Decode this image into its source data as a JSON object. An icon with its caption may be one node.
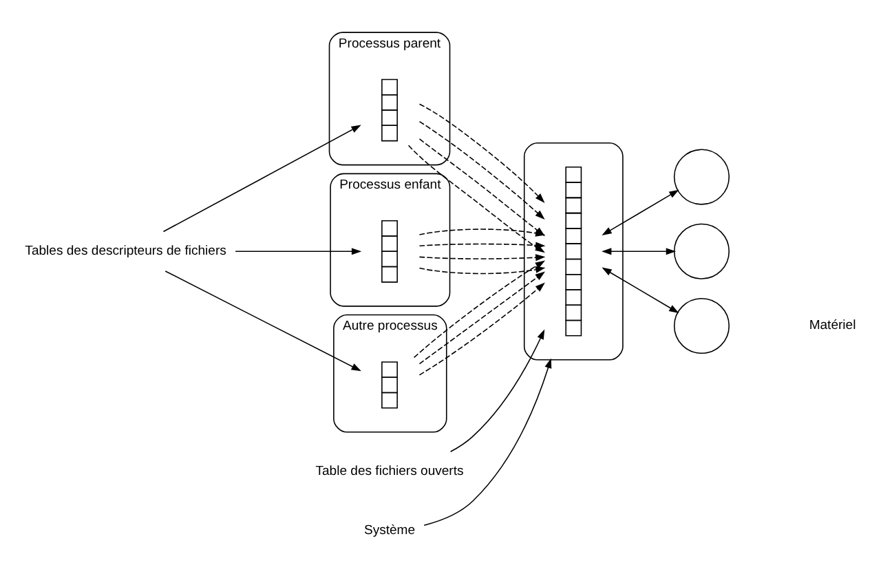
{
  "diagram": {
    "nodes": [
      {
        "text": [
          "Processus parent"
        ]
      },
      {
        "text": [],
        "shape": "box",
        "in": 0
      },
      {
        "text": [
          "Processus enfant"
        ]
      },
      {
        "text": [],
        "shape": "box",
        "in": 2
      },
      {
        "text": [
          "Autre processus"
        ]
      },
      {
        "text": [],
        "shape": "box",
        "in": 4
      },
      {
        "text": [],
        "shape": "ellipse"
      },
      {
        "text": [],
        "shape": "box",
        "in": 6
      },
      {
        "text": [],
        "shape": "circle"
      },
      {
        "text": [],
        "shape": "circle"
      },
      {
        "text": [],
        "shape": "circle"
      },
      {
        "text": [
          "Tables des descripteurs de fichiers"
        ]
      },
      {
        "text": [
          "Table des fichiers ouverts"
        ]
      },
      {
        "text": [
          "Système"
        ]
      }
    ],
    "edges": [
      {
        "from": 1,
        "to": 7,
        "arrow": "to",
        "style": "dashed"
      },
      {
        "from": 1,
        "to": 7,
        "arrow": "to",
        "style": "dashed"
      },
      {
        "from": 1,
        "to": 7,
        "arrow": "to",
        "style": "dashed"
      },
      {
        "from": 1,
        "to": 7,
        "arrow": "to",
        "style": "dashed"
      },
      {
        "from": 3,
        "to": 7,
        "arrow": "to",
        "style": "dashed"
      },
      {
        "from": 3,
        "to": 7,
        "arrow": "to",
        "style": "dashed"
      },
      {
        "from": 3,
        "to": 7,
        "arrow": "to",
        "style": "dashed"
      },
      {
        "from": 3,
        "to": 7,
        "arrow": "to",
        "style": "dashed"
      },
      {
        "from": 5,
        "to": 7,
        "arrow": "to",
        "style": "dashed"
      },
      {
        "from": 5,
        "to": 7,
        "arrow": "to",
        "style": "dashed"
      },
      {
        "from": 5,
        "to": 7,
        "arrow": "to",
        "style": "dashed"
      },
      {
        "from": 7,
        "to": 8,
        "arrow": "both"
      },
      {
        "from": 7,
        "to": 9,
        "arrow": "both"
      },
      {
        "from": 7,
        "to": 10,
        "arrow": "both"
      },
      {
        "from": 11,
        "to": 1,
        "arrow": "to"
      },
      {
        "from": 11,
        "to": 3,
        "arrow": "to"
      },
      {
        "from": 11,
        "to": 5,
        "arrow": "to"
      },
      {
        "from": 12,
        "to": 7,
        "arrow": "to"
      },
      {
        "from": 13,
        "to": 6,
        "arrow": "to"
      }
    ],
    "labels": [
      "Matériel"
    ]
  }
}
